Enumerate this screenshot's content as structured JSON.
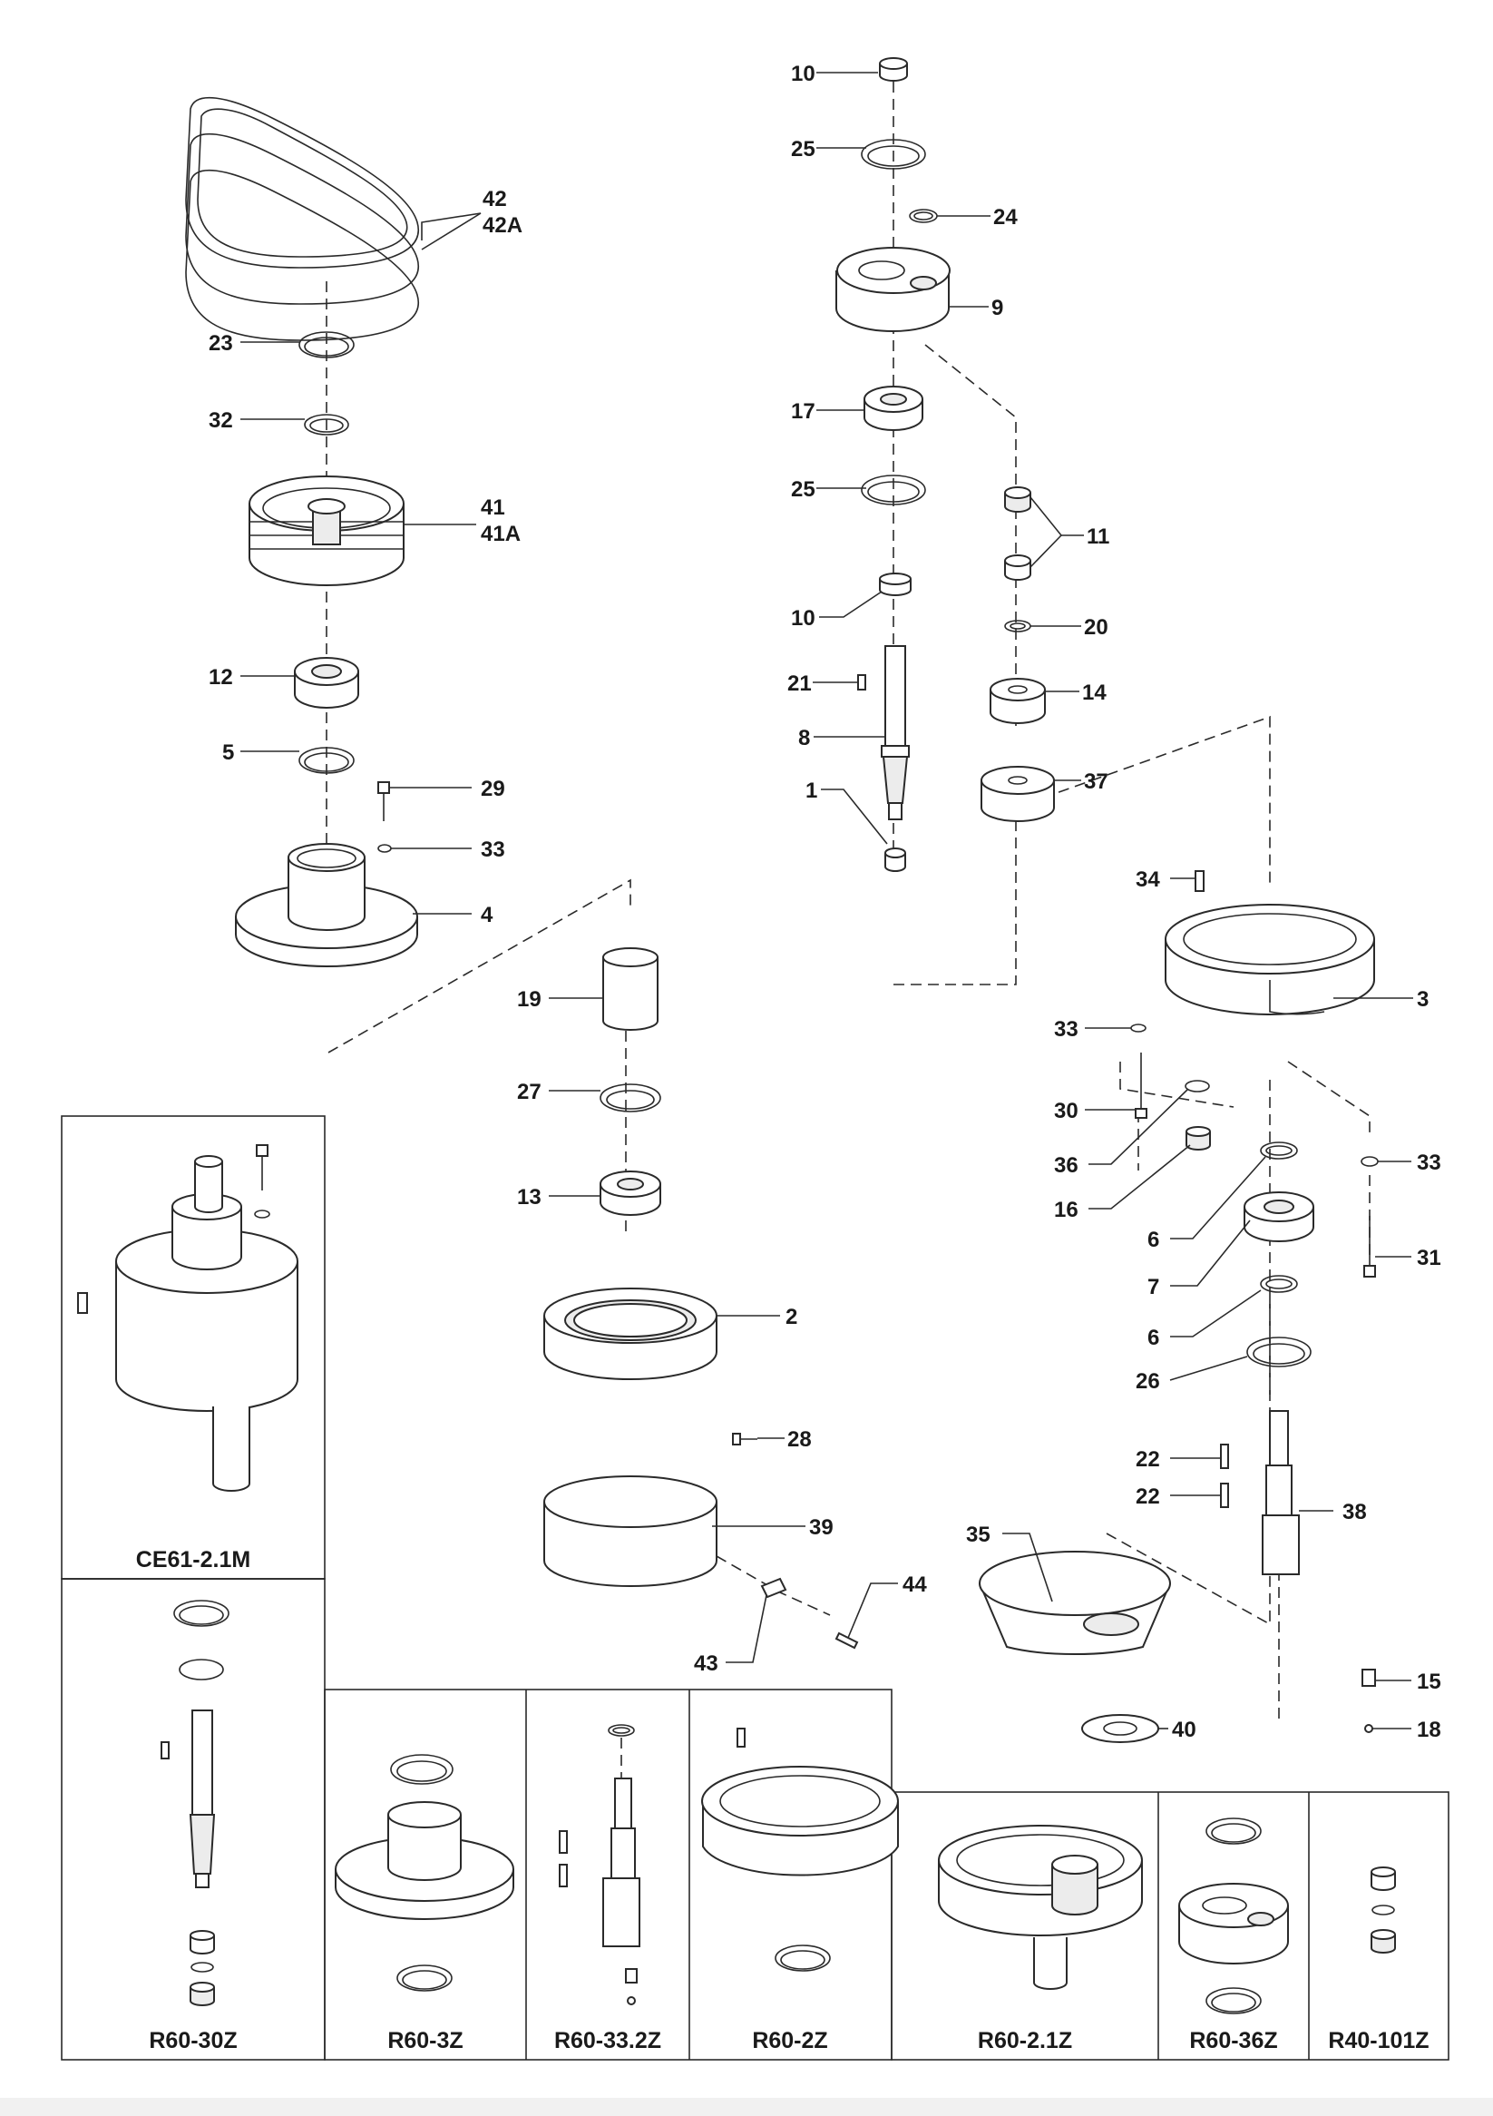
{
  "callouts": [
    {
      "id": "c-10a",
      "text": "10"
    },
    {
      "id": "c-25a",
      "text": "25"
    },
    {
      "id": "c-24",
      "text": "24"
    },
    {
      "id": "c-9",
      "text": "9"
    },
    {
      "id": "c-17",
      "text": "17"
    },
    {
      "id": "c-25b",
      "text": "25"
    },
    {
      "id": "c-11",
      "text": "11"
    },
    {
      "id": "c-10b",
      "text": "10"
    },
    {
      "id": "c-20",
      "text": "20"
    },
    {
      "id": "c-21",
      "text": "21"
    },
    {
      "id": "c-14",
      "text": "14"
    },
    {
      "id": "c-8",
      "text": "8"
    },
    {
      "id": "c-37",
      "text": "37"
    },
    {
      "id": "c-1",
      "text": "1"
    },
    {
      "id": "c-42",
      "text": "42"
    },
    {
      "id": "c-42a",
      "text": "42A"
    },
    {
      "id": "c-23",
      "text": "23"
    },
    {
      "id": "c-32",
      "text": "32"
    },
    {
      "id": "c-41",
      "text": "41"
    },
    {
      "id": "c-41a",
      "text": "41A"
    },
    {
      "id": "c-12",
      "text": "12"
    },
    {
      "id": "c-5",
      "text": "5"
    },
    {
      "id": "c-29",
      "text": "29"
    },
    {
      "id": "c-33a",
      "text": "33"
    },
    {
      "id": "c-4",
      "text": "4"
    },
    {
      "id": "c-34",
      "text": "34"
    },
    {
      "id": "c-3",
      "text": "3"
    },
    {
      "id": "c-19",
      "text": "19"
    },
    {
      "id": "c-33b",
      "text": "33"
    },
    {
      "id": "c-27",
      "text": "27"
    },
    {
      "id": "c-30",
      "text": "30"
    },
    {
      "id": "c-36",
      "text": "36"
    },
    {
      "id": "c-33c",
      "text": "33"
    },
    {
      "id": "c-13",
      "text": "13"
    },
    {
      "id": "c-16",
      "text": "16"
    },
    {
      "id": "c-6a",
      "text": "6"
    },
    {
      "id": "c-31",
      "text": "31"
    },
    {
      "id": "c-7",
      "text": "7"
    },
    {
      "id": "c-2",
      "text": "2"
    },
    {
      "id": "c-6b",
      "text": "6"
    },
    {
      "id": "c-26",
      "text": "26"
    },
    {
      "id": "c-28",
      "text": "28"
    },
    {
      "id": "c-22a",
      "text": "22"
    },
    {
      "id": "c-22b",
      "text": "22"
    },
    {
      "id": "c-38",
      "text": "38"
    },
    {
      "id": "c-39",
      "text": "39"
    },
    {
      "id": "c-35",
      "text": "35"
    },
    {
      "id": "c-44",
      "text": "44"
    },
    {
      "id": "c-43",
      "text": "43"
    },
    {
      "id": "c-15",
      "text": "15"
    },
    {
      "id": "c-40",
      "text": "40"
    },
    {
      "id": "c-18",
      "text": "18"
    }
  ],
  "kits": [
    {
      "id": "kit-ce61-2-1m",
      "text": "CE61-2.1M"
    },
    {
      "id": "kit-r60-30z",
      "text": "R60-30Z"
    },
    {
      "id": "kit-r60-3z",
      "text": "R60-3Z"
    },
    {
      "id": "kit-r60-33-2z",
      "text": "R60-33.2Z"
    },
    {
      "id": "kit-r60-2z",
      "text": "R60-2Z"
    },
    {
      "id": "kit-r60-2-1z",
      "text": "R60-2.1Z"
    },
    {
      "id": "kit-r60-36z",
      "text": "R60-36Z"
    },
    {
      "id": "kit-r40-101z",
      "text": "R40-101Z"
    }
  ]
}
